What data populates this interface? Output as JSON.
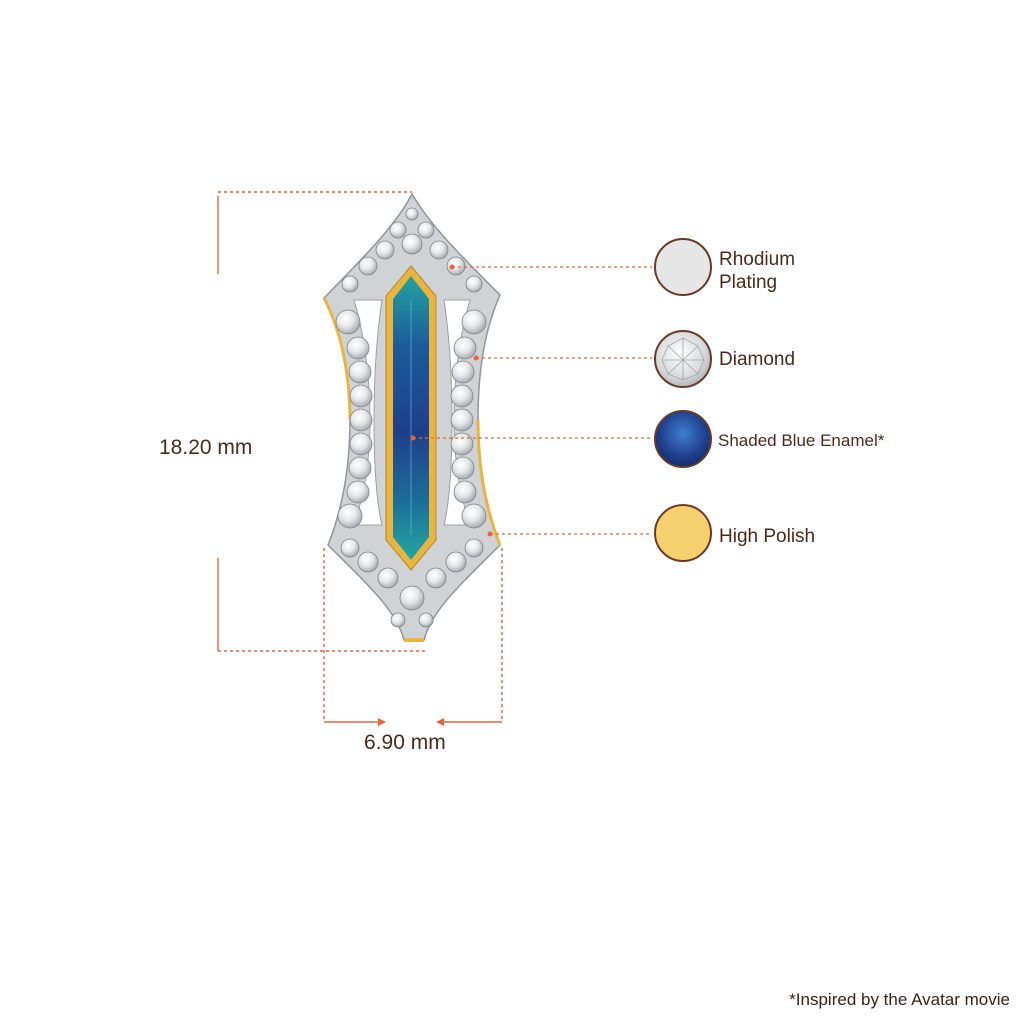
{
  "dimensions": {
    "height_label": "18.20 mm",
    "width_label": "6.90 mm"
  },
  "materials": [
    {
      "label_line1": "Rhodium",
      "label_line2": "Plating",
      "swatch": "#e6e6e6"
    },
    {
      "label_line1": "Diamond",
      "label_line2": "",
      "swatch": "#dcdcdc"
    },
    {
      "label_line1": "Shaded Blue Enamel*",
      "label_line2": "",
      "swatch": "#1f3f8a"
    },
    {
      "label_line1": "High Polish",
      "label_line2": "",
      "swatch": "#f6cf6e"
    }
  ],
  "footnote": "*Inspired by the Avatar movie",
  "colors": {
    "leader": "#e8643a",
    "text": "#4a2a1c",
    "gold": "#e8b640",
    "rhodium": "#d9dcdf",
    "enamel_top": "#1f9a98",
    "enamel_mid": "#1d3f8c"
  }
}
